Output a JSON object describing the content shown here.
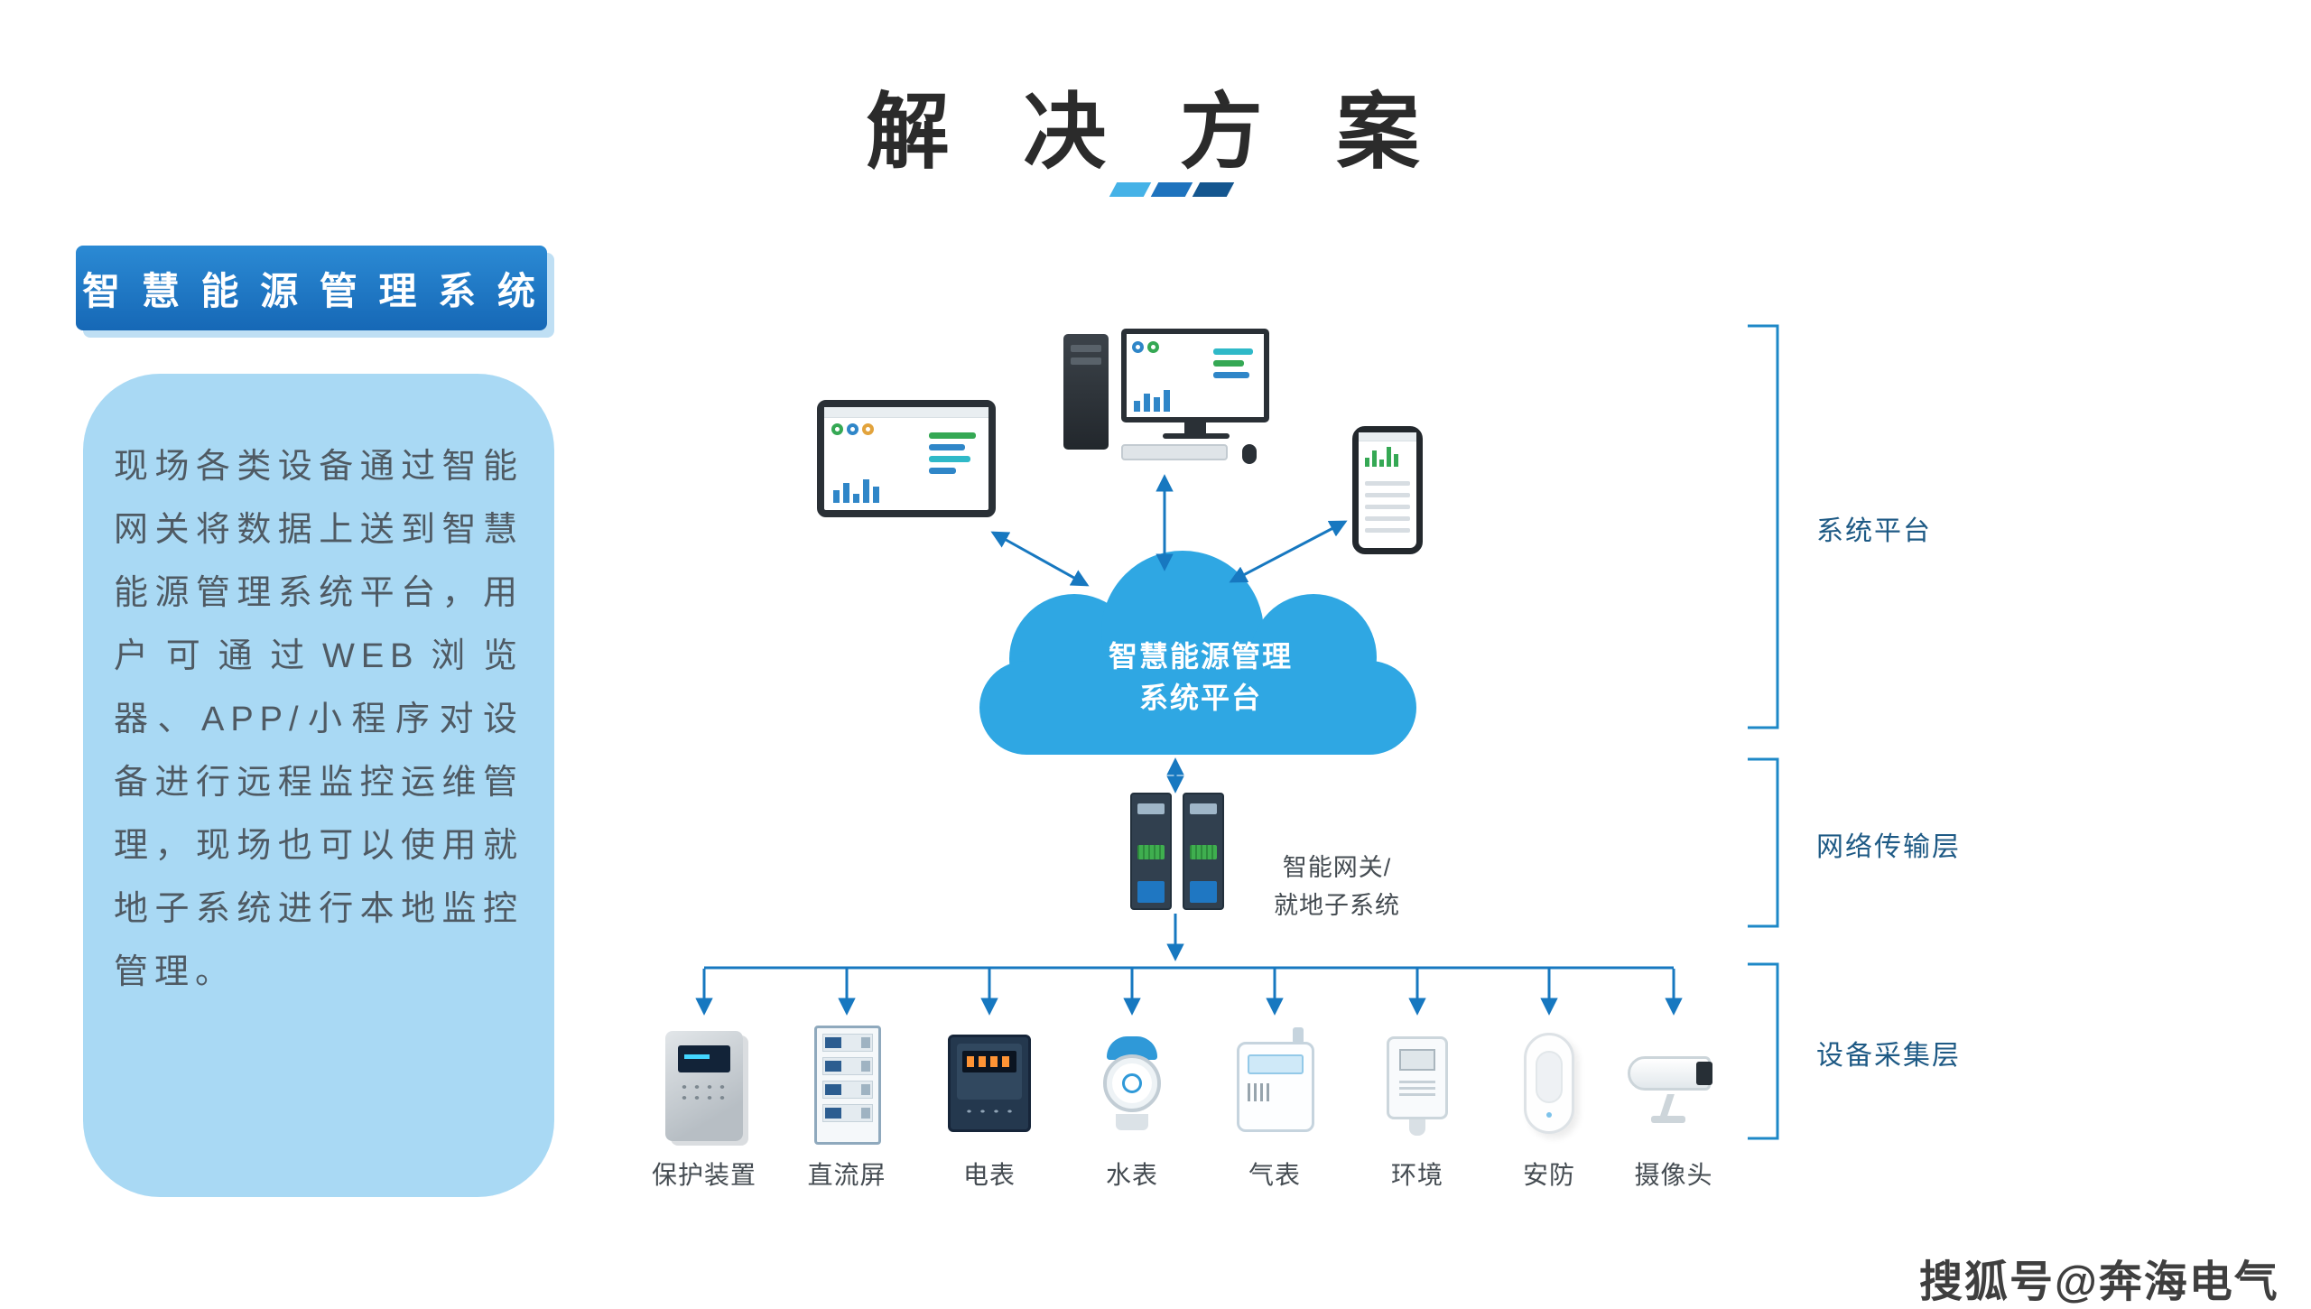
{
  "page": {
    "title": "解 决 方 案",
    "watermark": "搜狐号@奔海电气"
  },
  "sidebar": {
    "badge": "智 慧 能 源 管 理 系 统",
    "description": "现场各类设备通过智能网关将数据上送到智慧能源管理系统平台，用户可通过WEB浏览器、APP/小程序对设备进行远程监控运维管理，现场也可以使用就地子系统进行本地监控管理。"
  },
  "diagram": {
    "cloud": {
      "line1": "智慧能源管理",
      "line2": "系统平台"
    },
    "gateway": {
      "line1": "智能网关/",
      "line2": "就地子系统"
    },
    "devices": [
      {
        "label": "保护装置",
        "icon": "protection-relay-icon"
      },
      {
        "label": "直流屏",
        "icon": "dc-panel-icon"
      },
      {
        "label": "电表",
        "icon": "energy-meter-icon"
      },
      {
        "label": "水表",
        "icon": "water-meter-icon"
      },
      {
        "label": "气表",
        "icon": "gas-meter-icon"
      },
      {
        "label": "环境",
        "icon": "environment-sensor-icon"
      },
      {
        "label": "安防",
        "icon": "motion-sensor-icon"
      },
      {
        "label": "摄像头",
        "icon": "camera-icon"
      }
    ],
    "layers": [
      {
        "label": "系统平台"
      },
      {
        "label": "网络传输层"
      },
      {
        "label": "设备采集层"
      }
    ],
    "platform_icons": [
      "tablet-dashboard-icon",
      "desktop-workstation-icon",
      "smartphone-app-icon"
    ]
  },
  "colors": {
    "accent_blue": "#1778c0",
    "cloud_blue": "#2fa7e3",
    "panel_light_blue": "#a9d9f4",
    "badge_blue": "#1b74c5",
    "title_text": "#2b2b2b",
    "layer_label_blue": "#1e5a85"
  }
}
